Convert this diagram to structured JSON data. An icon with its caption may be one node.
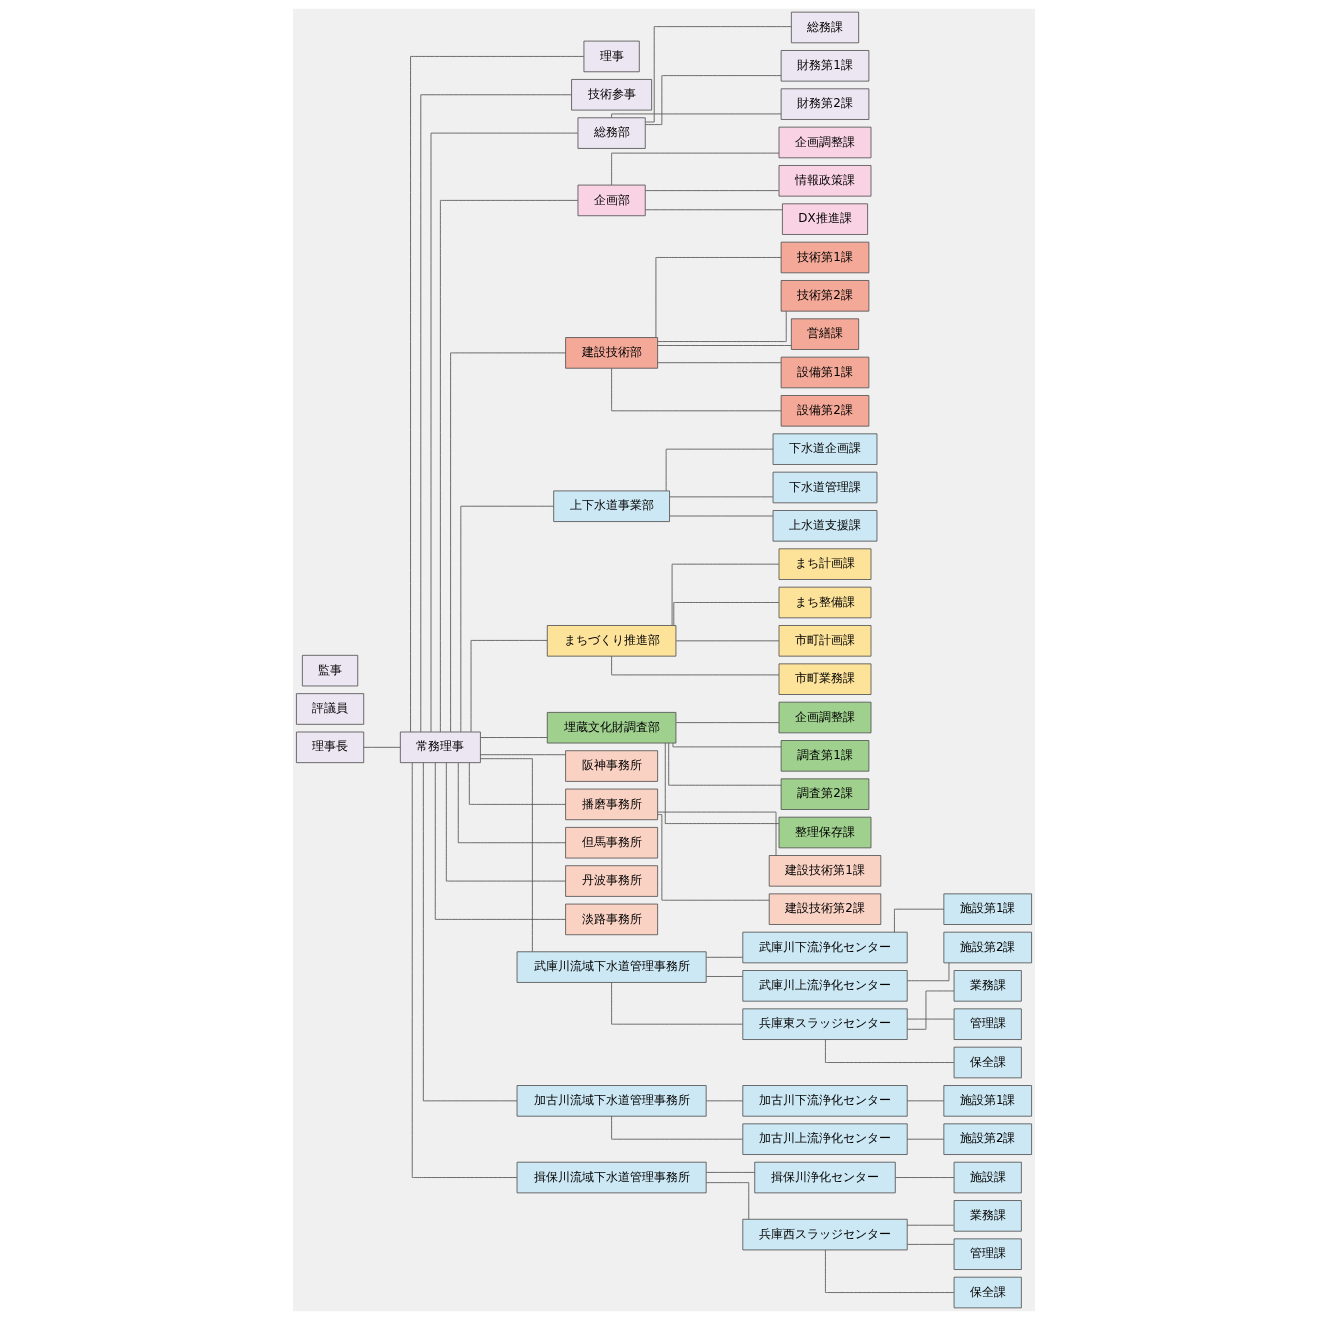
{
  "diagram": {
    "nodes": [
      {
        "text": [
          "理事長"
        ]
      },
      {
        "text": [
          "評議員"
        ]
      },
      {
        "text": [
          "常務理事"
        ]
      },
      {
        "text": [
          "理事"
        ]
      },
      {
        "text": [
          "技術参事"
        ]
      },
      {
        "text": [
          "監事"
        ]
      },
      {
        "text": [
          "総務部"
        ]
      },
      {
        "text": [
          "総務課"
        ]
      },
      {
        "text": [
          "財務第1課"
        ]
      },
      {
        "text": [
          "財務第2課"
        ]
      },
      {
        "text": [
          "企画部"
        ]
      },
      {
        "text": [
          "企画調整課"
        ]
      },
      {
        "text": [
          "情報政策課"
        ]
      },
      {
        "text": [
          "DX推進課"
        ]
      },
      {
        "text": [
          "建設技術部"
        ]
      },
      {
        "text": [
          "技術第1課"
        ]
      },
      {
        "text": [
          "技術第2課"
        ]
      },
      {
        "text": [
          "営繕課"
        ]
      },
      {
        "text": [
          "設備第1課"
        ]
      },
      {
        "text": [
          "設備第2課"
        ]
      },
      {
        "text": [
          "上下水道事業部"
        ]
      },
      {
        "text": [
          "下水道企画課"
        ]
      },
      {
        "text": [
          "下水道管理課"
        ]
      },
      {
        "text": [
          "上水道支援課"
        ]
      },
      {
        "text": [
          "まちづくり推進部"
        ]
      },
      {
        "text": [
          "まち計画課"
        ]
      },
      {
        "text": [
          "まち整備課"
        ]
      },
      {
        "text": [
          "市町計画課"
        ]
      },
      {
        "text": [
          "市町業務課"
        ]
      },
      {
        "text": [
          "埋蔵文化財調査部"
        ]
      },
      {
        "text": [
          "企画調整課"
        ]
      },
      {
        "text": [
          "調査第1課"
        ]
      },
      {
        "text": [
          "調査第2課"
        ]
      },
      {
        "text": [
          "整理保存課"
        ]
      },
      {
        "text": [
          "阪神事務所"
        ]
      },
      {
        "text": [
          "播磨事務所"
        ]
      },
      {
        "text": [
          "建設技術第1課"
        ]
      },
      {
        "text": [
          "建設技術第2課"
        ]
      },
      {
        "text": [
          "但馬事務所"
        ]
      },
      {
        "text": [
          "丹波事務所"
        ]
      },
      {
        "text": [
          "淡路事務所"
        ]
      },
      {
        "text": [
          "武庫川流域下水道管理事務所"
        ]
      },
      {
        "text": [
          "武庫川下流浄化センター"
        ]
      },
      {
        "text": [
          "施設第1課"
        ]
      },
      {
        "text": [
          "武庫川上流浄化センター"
        ]
      },
      {
        "text": [
          "施設第2課"
        ]
      },
      {
        "text": [
          "兵庫東スラッジセンター"
        ]
      },
      {
        "text": [
          "業務課"
        ]
      },
      {
        "text": [
          "管理課"
        ]
      },
      {
        "text": [
          "保全課"
        ]
      },
      {
        "text": [
          "加古川流域下水道管理事務所"
        ]
      },
      {
        "text": [
          "加古川下流浄化センター"
        ]
      },
      {
        "text": [
          "施設第1課"
        ]
      },
      {
        "text": [
          "加古川上流浄化センター"
        ]
      },
      {
        "text": [
          "施設第2課"
        ]
      },
      {
        "text": [
          "揖保川流域下水道管理事務所"
        ]
      },
      {
        "text": [
          "揖保川浄化センター"
        ]
      },
      {
        "text": [
          "施設課"
        ]
      },
      {
        "text": [
          "兵庫西スラッジセンター"
        ]
      },
      {
        "text": [
          "業務課"
        ]
      },
      {
        "text": [
          "管理課"
        ]
      },
      {
        "text": [
          "保全課"
        ]
      }
    ],
    "edges": [
      {
        "from": 0,
        "to": 2,
        "arrow": "none"
      },
      {
        "from": 2,
        "to": 3,
        "arrow": "none"
      },
      {
        "from": 2,
        "to": 4,
        "arrow": "none"
      },
      {
        "from": 2,
        "to": 6,
        "arrow": "none"
      },
      {
        "from": 2,
        "to": 10,
        "arrow": "none"
      },
      {
        "from": 2,
        "to": 14,
        "arrow": "none"
      },
      {
        "from": 2,
        "to": 20,
        "arrow": "none"
      },
      {
        "from": 2,
        "to": 24,
        "arrow": "none"
      },
      {
        "from": 2,
        "to": 29,
        "arrow": "none"
      },
      {
        "from": 2,
        "to": 34,
        "arrow": "none"
      },
      {
        "from": 2,
        "to": 35,
        "arrow": "none"
      },
      {
        "from": 2,
        "to": 38,
        "arrow": "none"
      },
      {
        "from": 2,
        "to": 39,
        "arrow": "none"
      },
      {
        "from": 2,
        "to": 40,
        "arrow": "none"
      },
      {
        "from": 2,
        "to": 41,
        "arrow": "none"
      },
      {
        "from": 2,
        "to": 50,
        "arrow": "none"
      },
      {
        "from": 2,
        "to": 55,
        "arrow": "none"
      },
      {
        "from": 6,
        "to": 7,
        "arrow": "none"
      },
      {
        "from": 6,
        "to": 8,
        "arrow": "none"
      },
      {
        "from": 6,
        "to": 9,
        "arrow": "none"
      },
      {
        "from": 10,
        "to": 11,
        "arrow": "none"
      },
      {
        "from": 10,
        "to": 12,
        "arrow": "none"
      },
      {
        "from": 10,
        "to": 13,
        "arrow": "none"
      },
      {
        "from": 14,
        "to": 15,
        "arrow": "none"
      },
      {
        "from": 14,
        "to": 16,
        "arrow": "none"
      },
      {
        "from": 14,
        "to": 17,
        "arrow": "none"
      },
      {
        "from": 14,
        "to": 18,
        "arrow": "none"
      },
      {
        "from": 14,
        "to": 19,
        "arrow": "none"
      },
      {
        "from": 20,
        "to": 21,
        "arrow": "none"
      },
      {
        "from": 20,
        "to": 22,
        "arrow": "none"
      },
      {
        "from": 20,
        "to": 23,
        "arrow": "none"
      },
      {
        "from": 24,
        "to": 25,
        "arrow": "none"
      },
      {
        "from": 24,
        "to": 26,
        "arrow": "none"
      },
      {
        "from": 24,
        "to": 27,
        "arrow": "none"
      },
      {
        "from": 24,
        "to": 28,
        "arrow": "none"
      },
      {
        "from": 29,
        "to": 30,
        "arrow": "none"
      },
      {
        "from": 29,
        "to": 31,
        "arrow": "none"
      },
      {
        "from": 29,
        "to": 32,
        "arrow": "none"
      },
      {
        "from": 29,
        "to": 33,
        "arrow": "none"
      },
      {
        "from": 35,
        "to": 36,
        "arrow": "none"
      },
      {
        "from": 35,
        "to": 37,
        "arrow": "none"
      },
      {
        "from": 41,
        "to": 42,
        "arrow": "none"
      },
      {
        "from": 41,
        "to": 44,
        "arrow": "none"
      },
      {
        "from": 41,
        "to": 46,
        "arrow": "none"
      },
      {
        "from": 42,
        "to": 43,
        "arrow": "none"
      },
      {
        "from": 44,
        "to": 45,
        "arrow": "none"
      },
      {
        "from": 46,
        "to": 47,
        "arrow": "none"
      },
      {
        "from": 46,
        "to": 48,
        "arrow": "none"
      },
      {
        "from": 46,
        "to": 49,
        "arrow": "none"
      },
      {
        "from": 50,
        "to": 51,
        "arrow": "none"
      },
      {
        "from": 50,
        "to": 53,
        "arrow": "none"
      },
      {
        "from": 51,
        "to": 52,
        "arrow": "none"
      },
      {
        "from": 53,
        "to": 54,
        "arrow": "none"
      },
      {
        "from": 55,
        "to": 56,
        "arrow": "none"
      },
      {
        "from": 55,
        "to": 58,
        "arrow": "none"
      },
      {
        "from": 56,
        "to": 57,
        "arrow": "none"
      },
      {
        "from": 58,
        "to": 59,
        "arrow": "none"
      },
      {
        "from": 58,
        "to": 60,
        "arrow": "none"
      },
      {
        "from": 58,
        "to": 61,
        "arrow": "none"
      }
    ]
  }
}
